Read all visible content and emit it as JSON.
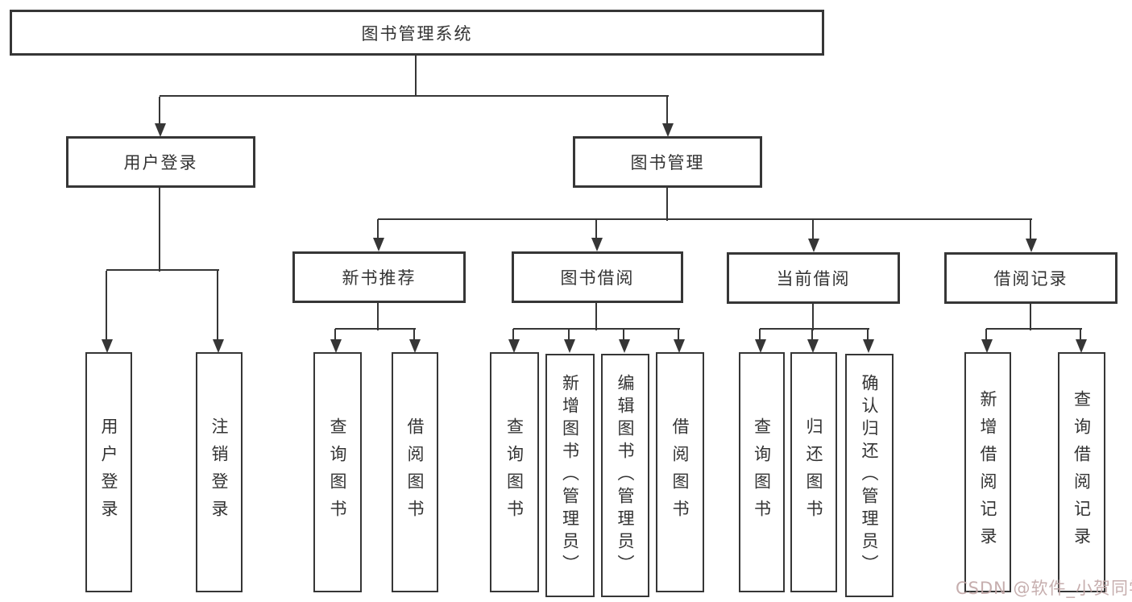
{
  "diagram": {
    "type": "tree",
    "orientation": "top-down"
  },
  "colors": {
    "background": "#ffffff",
    "line": "#363636",
    "text": "#333333",
    "watermark": "#c0a6a6"
  },
  "nodes": {
    "root": "图书管理系统",
    "user_login": "用户登录",
    "book_mgmt": "图书管理",
    "new_book_rec": "新书推荐",
    "book_borrow": "图书借阅",
    "current_borrow": "当前借阅",
    "borrow_records": "借阅记录",
    "leaf_user_login": "用户登录",
    "leaf_logout": "注销登录",
    "leaf_nb_query": "查询图书",
    "leaf_nb_borrow": "借阅图书",
    "leaf_bb_query": "查询图书",
    "leaf_bb_add": "新增图书（管理员）",
    "leaf_bb_edit": "编辑图书（管理员）",
    "leaf_bb_borrow": "借阅图书",
    "leaf_cb_query": "查询图书",
    "leaf_cb_return": "归还图书",
    "leaf_cb_confirm": "确认归还（管理员）",
    "leaf_br_add": "新增借阅记录",
    "leaf_br_query": "查询借阅记录"
  },
  "watermark": {
    "text": "CSDN @软件_小贺同学"
  }
}
